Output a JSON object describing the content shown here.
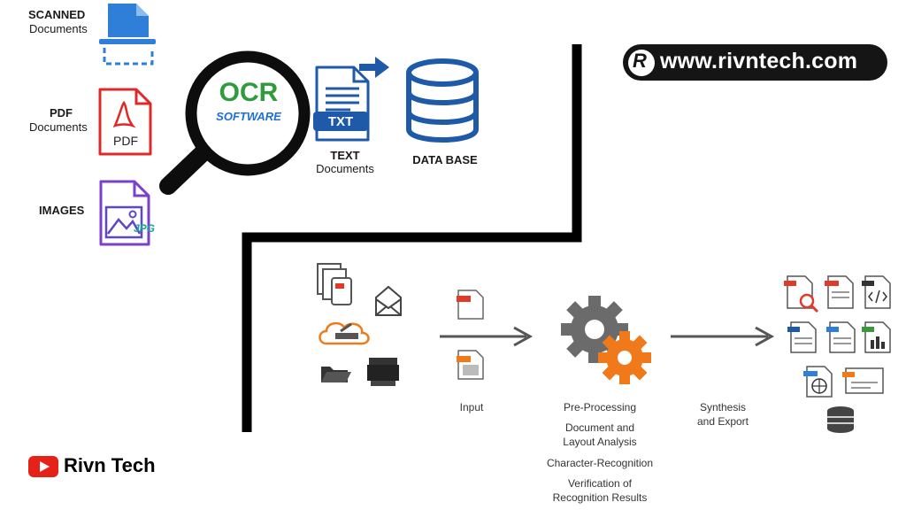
{
  "inputs": {
    "scanned": {
      "title": "SCANNED",
      "subtitle": "Documents"
    },
    "pdf": {
      "title": "PDF",
      "subtitle": "Documents",
      "icon_text": "PDF"
    },
    "images": {
      "title": "IMAGES",
      "icon_text": "JPG"
    }
  },
  "ocr": {
    "line1": "OCR",
    "line2": "SOFTWARE"
  },
  "text_doc": {
    "title": "TEXT",
    "subtitle": "Documents",
    "icon_text": "TXT"
  },
  "database": {
    "title": "DATA BASE"
  },
  "website": {
    "text": "www.rivntech.com",
    "logo_letter": "R"
  },
  "flow": {
    "input_label": "Input",
    "steps": [
      "Pre-Processing",
      "Document and Layout Analysis",
      "Character-Recognition",
      "Verification of Recognition Results"
    ],
    "export_label": "Synthesis and Export"
  },
  "brand": {
    "name": "Rivn Tech"
  },
  "colors": {
    "blue": "#2f7fd8",
    "red": "#e02828",
    "purple": "#7b3fc9",
    "teal": "#1aa39a",
    "gear_gray": "#6b6b6b",
    "gear_orange": "#f07a1a",
    "dark": "#151515"
  }
}
